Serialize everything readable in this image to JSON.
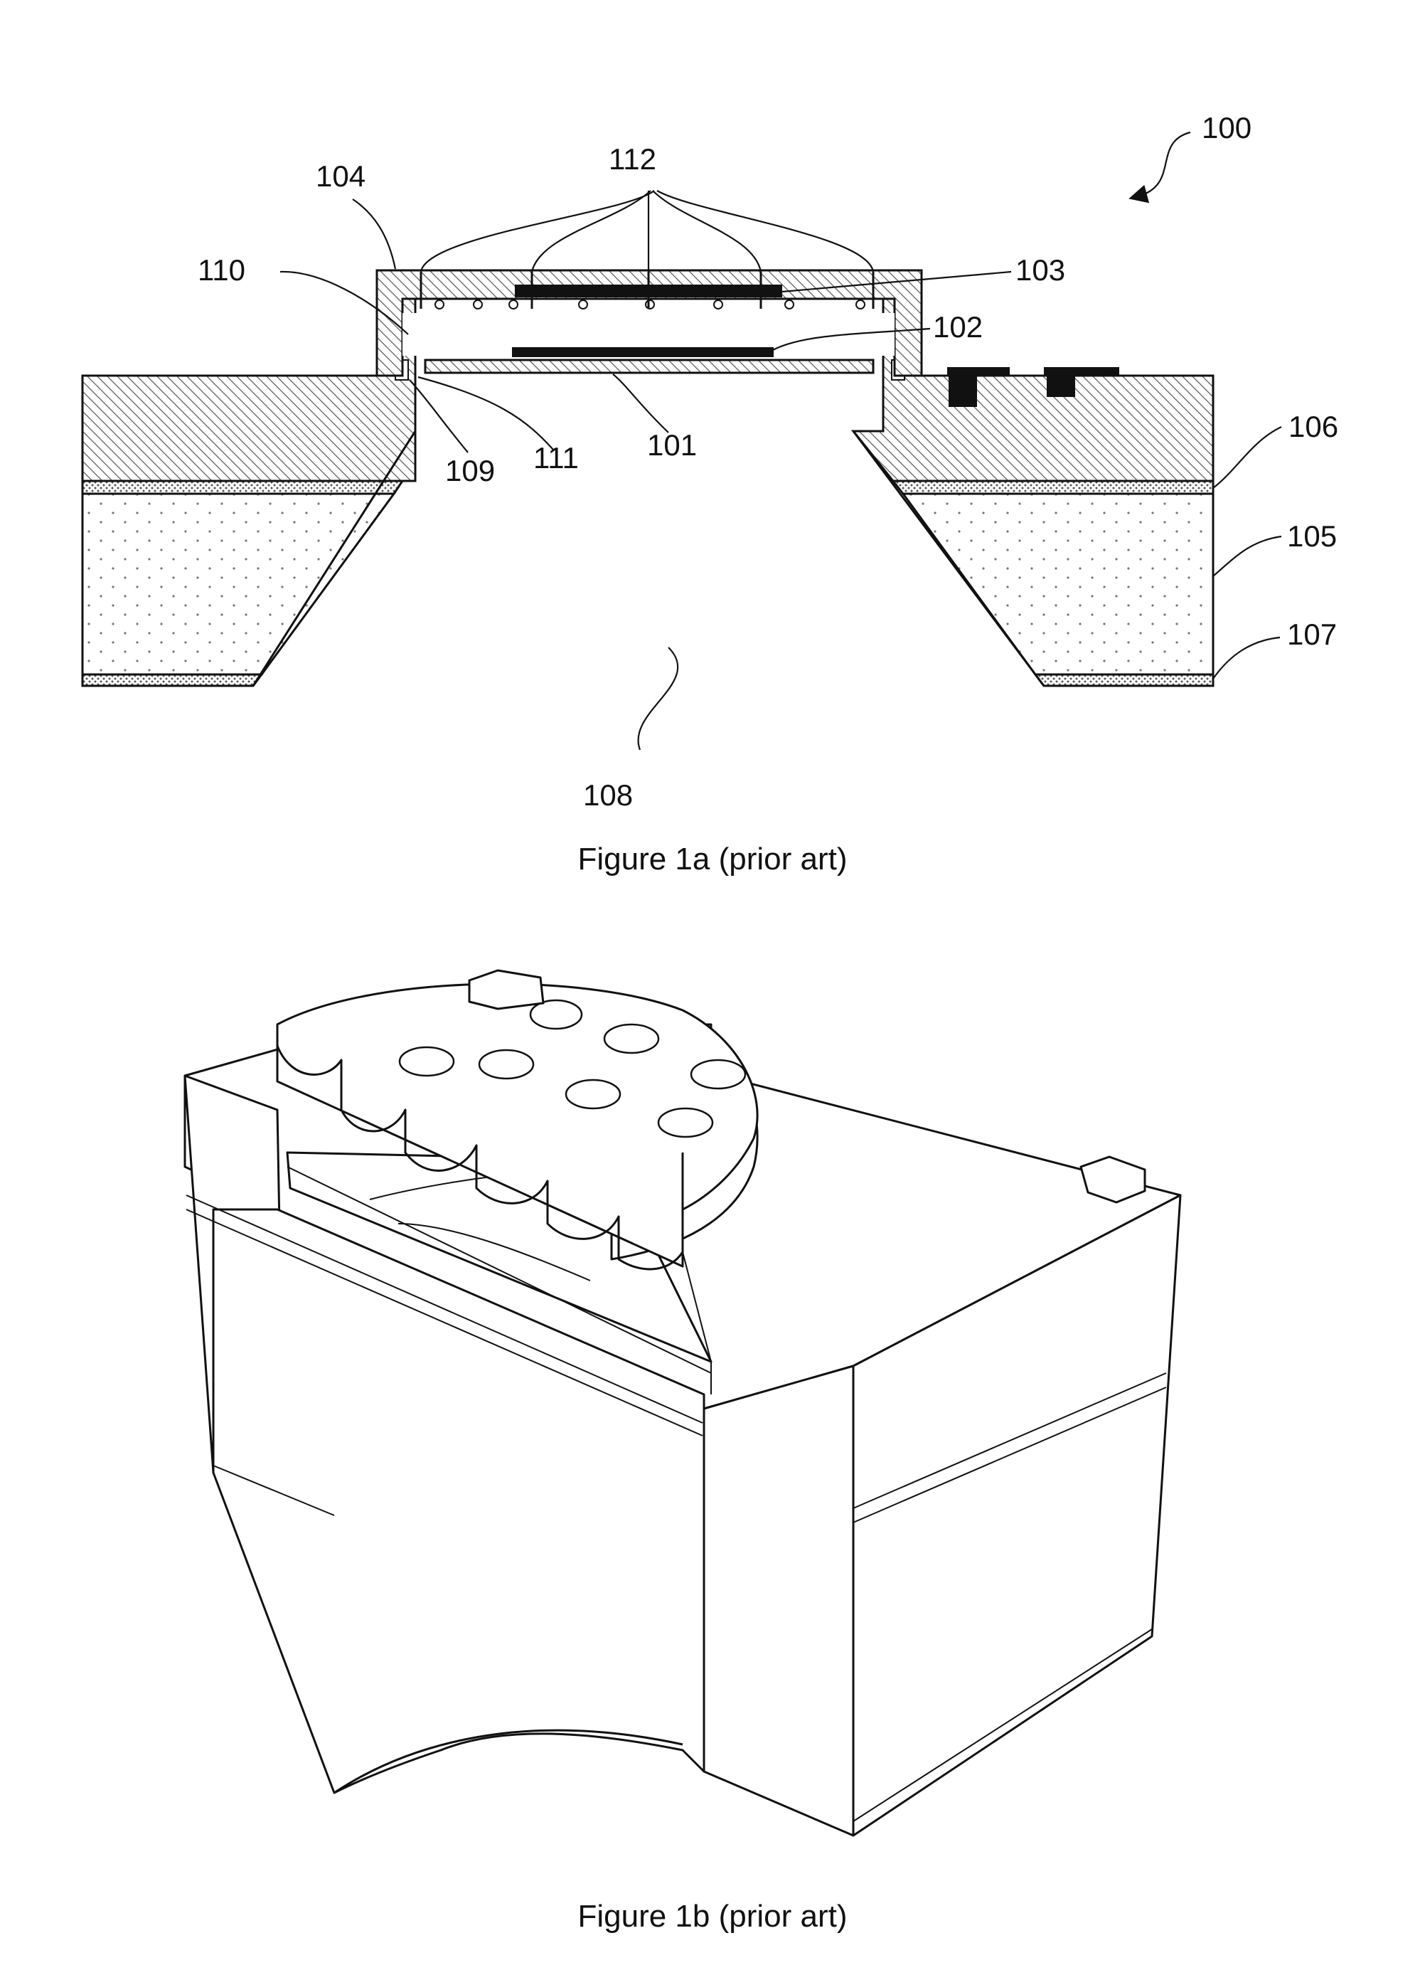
{
  "figure_1a": {
    "caption": "Figure 1a (prior art)",
    "labels": {
      "l100": "100",
      "l112": "112",
      "l104": "104",
      "l110": "110",
      "l103": "103",
      "l102": "102",
      "l106": "106",
      "l105": "105",
      "l107": "107",
      "l109": "109",
      "l111": "111",
      "l101": "101",
      "l108": "108"
    }
  },
  "figure_1b": {
    "caption": "Figure 1b (prior art)"
  },
  "colors": {
    "line": "#111111",
    "pattern": "#555555",
    "background": "#ffffff"
  }
}
